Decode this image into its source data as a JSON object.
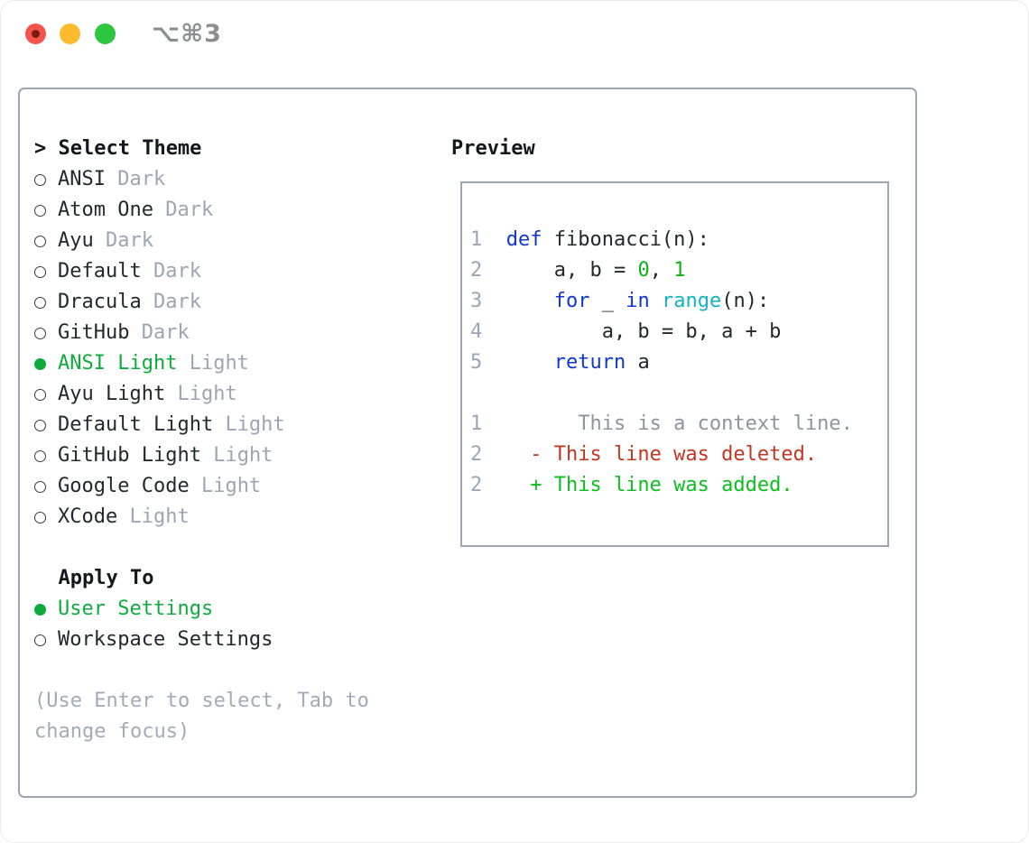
{
  "titlebar": {
    "shortcut_label": "⌥⌘3"
  },
  "theme_panel": {
    "header_marker": ">",
    "header_label": "Select Theme",
    "options": [
      {
        "name": "ANSI",
        "variant": "Dark",
        "selected": false
      },
      {
        "name": "Atom One",
        "variant": "Dark",
        "selected": false
      },
      {
        "name": "Ayu",
        "variant": "Dark",
        "selected": false
      },
      {
        "name": "Default",
        "variant": "Dark",
        "selected": false
      },
      {
        "name": "Dracula",
        "variant": "Dark",
        "selected": false
      },
      {
        "name": "GitHub",
        "variant": "Dark",
        "selected": false
      },
      {
        "name": "ANSI Light",
        "variant": "Light",
        "selected": true
      },
      {
        "name": "Ayu Light",
        "variant": "Light",
        "selected": false
      },
      {
        "name": "Default Light",
        "variant": "Light",
        "selected": false
      },
      {
        "name": "GitHub Light",
        "variant": "Light",
        "selected": false
      },
      {
        "name": "Google Code",
        "variant": "Light",
        "selected": false
      },
      {
        "name": "XCode",
        "variant": "Light",
        "selected": false
      }
    ],
    "apply_to_label": "Apply To",
    "apply_options": [
      {
        "label": "User Settings",
        "selected": true
      },
      {
        "label": "Workspace Settings",
        "selected": false
      }
    ],
    "help_lines": [
      "(Use Enter to select, Tab to",
      "change focus)"
    ]
  },
  "preview": {
    "title": "Preview",
    "code_lines": [
      {
        "num": "1",
        "segments": [
          {
            "text": "def",
            "color": "keyword"
          },
          {
            "text": " fibonacci(n):",
            "color": "plain"
          }
        ]
      },
      {
        "num": "2",
        "segments": [
          {
            "text": "    a, b = ",
            "color": "plain"
          },
          {
            "text": "0",
            "color": "number"
          },
          {
            "text": ", ",
            "color": "plain"
          },
          {
            "text": "1",
            "color": "number"
          }
        ]
      },
      {
        "num": "3",
        "segments": [
          {
            "text": "    ",
            "color": "plain"
          },
          {
            "text": "for",
            "color": "keyword"
          },
          {
            "text": " _ ",
            "color": "plain"
          },
          {
            "text": "in",
            "color": "keyword"
          },
          {
            "text": " ",
            "color": "plain"
          },
          {
            "text": "range",
            "color": "function"
          },
          {
            "text": "(n):",
            "color": "plain"
          }
        ]
      },
      {
        "num": "4",
        "segments": [
          {
            "text": "        a, b = b, a + b",
            "color": "plain"
          }
        ]
      },
      {
        "num": "5",
        "segments": [
          {
            "text": "    ",
            "color": "plain"
          },
          {
            "text": "return",
            "color": "keyword"
          },
          {
            "text": " a",
            "color": "plain"
          }
        ]
      },
      {
        "num": "",
        "segments": []
      },
      {
        "num": "1",
        "segments": [
          {
            "text": "      This is a context line.",
            "color": "context"
          }
        ]
      },
      {
        "num": "2",
        "segments": [
          {
            "text": "  - This line was deleted.",
            "color": "deleted"
          }
        ]
      },
      {
        "num": "2",
        "segments": [
          {
            "text": "  + This line was added.",
            "color": "added"
          }
        ]
      }
    ]
  },
  "colors": {
    "selection_green": "#0eab3c",
    "code_keyword": "#1236d2",
    "code_function": "#0fb3c4",
    "code_number": "#0db316",
    "diff_deleted": "#c5351f",
    "diff_added": "#0bbf1f",
    "diff_context": "#8b959f",
    "line_number": "#9aa6b8",
    "text_dark": "#23282e",
    "text_muted": "#9aa6b4",
    "help_text": "#a1abb8",
    "panel_border": "#9ba6b2",
    "radio_ring": "#353b42",
    "traffic_red": "#f5544c",
    "traffic_red_dot": "#7c1a12",
    "traffic_yellow": "#fcbb2d",
    "traffic_green": "#2ec63e",
    "shortcut_gray": "#8a8d92"
  }
}
